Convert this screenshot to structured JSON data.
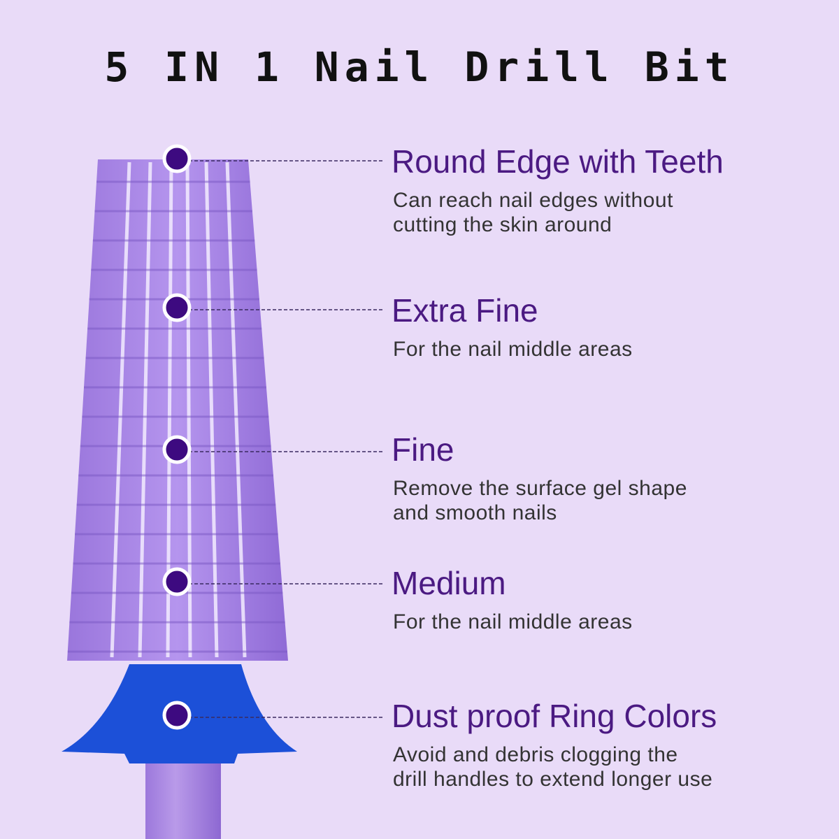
{
  "title": "5 IN 1 Nail Drill Bit",
  "features": [
    {
      "heading": "Round Edge with Teeth",
      "lines": [
        "Can reach nail edges without",
        "cutting the skin around"
      ]
    },
    {
      "heading": "Extra Fine",
      "lines": [
        "For the nail middle areas"
      ]
    },
    {
      "heading": "Fine",
      "lines": [
        "Remove the surface gel shape",
        "and smooth nails"
      ]
    },
    {
      "heading": "Medium",
      "lines": [
        "For the nail middle areas"
      ]
    },
    {
      "heading": "Dust proof Ring Colors",
      "lines": [
        "Avoid and debris clogging the",
        "drill handles to extend longer use"
      ]
    }
  ],
  "colors": {
    "background": "#e9dbf8",
    "heading": "#4b1a82",
    "dot": "#3d0a80",
    "bit": "#a27fe0",
    "ring": "#1a4fd6"
  }
}
